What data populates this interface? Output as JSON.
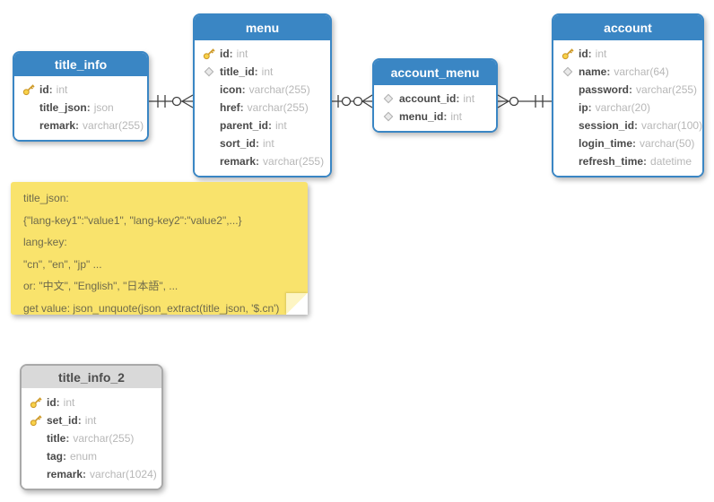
{
  "diagram": {
    "colors": {
      "table_header_blue": "#3a86c4",
      "table_header_gray": "#d9d9d9",
      "note_yellow": "#f9e36c",
      "key_icon_gold": "#f5c63c",
      "connector_line": "#404040",
      "field_name_text": "#4a4a4a",
      "field_type_text": "#b7b7b7"
    },
    "tables": [
      {
        "name": "title_info",
        "header_style": "blue",
        "fields": [
          {
            "icon": "primary-key-icon",
            "name": "id",
            "type": "int"
          },
          {
            "icon": "none",
            "name": "title_json",
            "type": "json"
          },
          {
            "icon": "none",
            "name": "remark",
            "type": "varchar(255)"
          }
        ]
      },
      {
        "name": "menu",
        "header_style": "blue",
        "fields": [
          {
            "icon": "primary-key-icon",
            "name": "id",
            "type": "int"
          },
          {
            "icon": "foreign-key-diamond-icon",
            "name": "title_id",
            "type": "int"
          },
          {
            "icon": "none",
            "name": "icon",
            "type": "varchar(255)"
          },
          {
            "icon": "none",
            "name": "href",
            "type": "varchar(255)"
          },
          {
            "icon": "none",
            "name": "parent_id",
            "type": "int"
          },
          {
            "icon": "none",
            "name": "sort_id",
            "type": "int"
          },
          {
            "icon": "none",
            "name": "remark",
            "type": "varchar(255)"
          }
        ]
      },
      {
        "name": "account_menu",
        "header_style": "blue",
        "fields": [
          {
            "icon": "foreign-key-diamond-icon",
            "name": "account_id",
            "type": "int"
          },
          {
            "icon": "foreign-key-diamond-icon",
            "name": "menu_id",
            "type": "int"
          }
        ]
      },
      {
        "name": "account",
        "header_style": "blue",
        "fields": [
          {
            "icon": "primary-key-icon",
            "name": "id",
            "type": "int"
          },
          {
            "icon": "foreign-key-diamond-icon",
            "name": "name",
            "type": "varchar(64)"
          },
          {
            "icon": "none",
            "name": "password",
            "type": "varchar(255)"
          },
          {
            "icon": "none",
            "name": "ip",
            "type": "varchar(20)"
          },
          {
            "icon": "none",
            "name": "session_id",
            "type": "varchar(100)"
          },
          {
            "icon": "none",
            "name": "login_time",
            "type": "varchar(50)"
          },
          {
            "icon": "none",
            "name": "refresh_time",
            "type": "datetime"
          }
        ]
      },
      {
        "name": "title_info_2",
        "header_style": "gray",
        "fields": [
          {
            "icon": "primary-key-icon",
            "name": "id",
            "type": "int"
          },
          {
            "icon": "primary-key-icon",
            "name": "set_id",
            "type": "int"
          },
          {
            "icon": "none",
            "name": "title",
            "type": "varchar(255)"
          },
          {
            "icon": "none",
            "name": "tag",
            "type": "enum"
          },
          {
            "icon": "none",
            "name": "remark",
            "type": "varchar(1024)"
          }
        ]
      }
    ],
    "relationships": [
      {
        "from": "title_info",
        "to": "menu",
        "from_cardinality": "exactly-one",
        "to_cardinality": "zero-or-many"
      },
      {
        "from": "menu",
        "to": "account_menu",
        "from_cardinality": "one-or-zero",
        "to_cardinality": "zero-or-many"
      },
      {
        "from": "account_menu",
        "to": "account",
        "from_cardinality": "zero-or-many",
        "to_cardinality": "exactly-one"
      }
    ],
    "note": {
      "lines": [
        "title_json:",
        "{\"lang-key1\":\"value1\", \"lang-key2\":\"value2\",...}",
        "lang-key:",
        "\"cn\", \"en\", \"jp\" ...",
        "or: \"中文\", \"English\", \"日本語\", ...",
        "get value: json_unquote(json_extract(title_json, '$.cn')"
      ]
    }
  }
}
